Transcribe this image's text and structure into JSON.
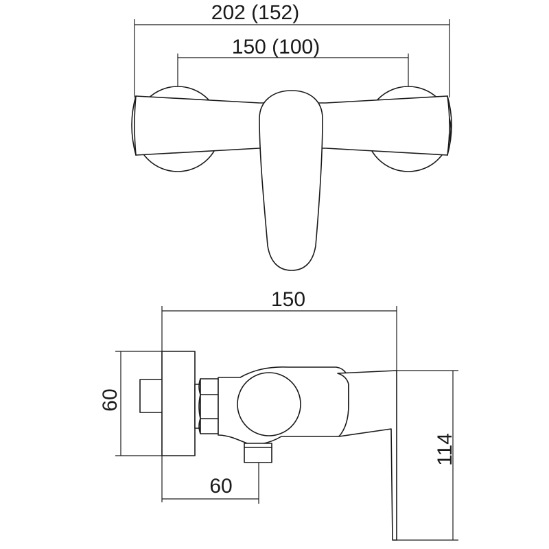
{
  "top_view": {
    "overall_width_label": "202 (152)",
    "center_spacing_label": "150 (100)"
  },
  "side_view": {
    "length_label": "150",
    "flange_height_label": "60",
    "outlet_offset_label": "60",
    "lever_height_label": "114"
  }
}
